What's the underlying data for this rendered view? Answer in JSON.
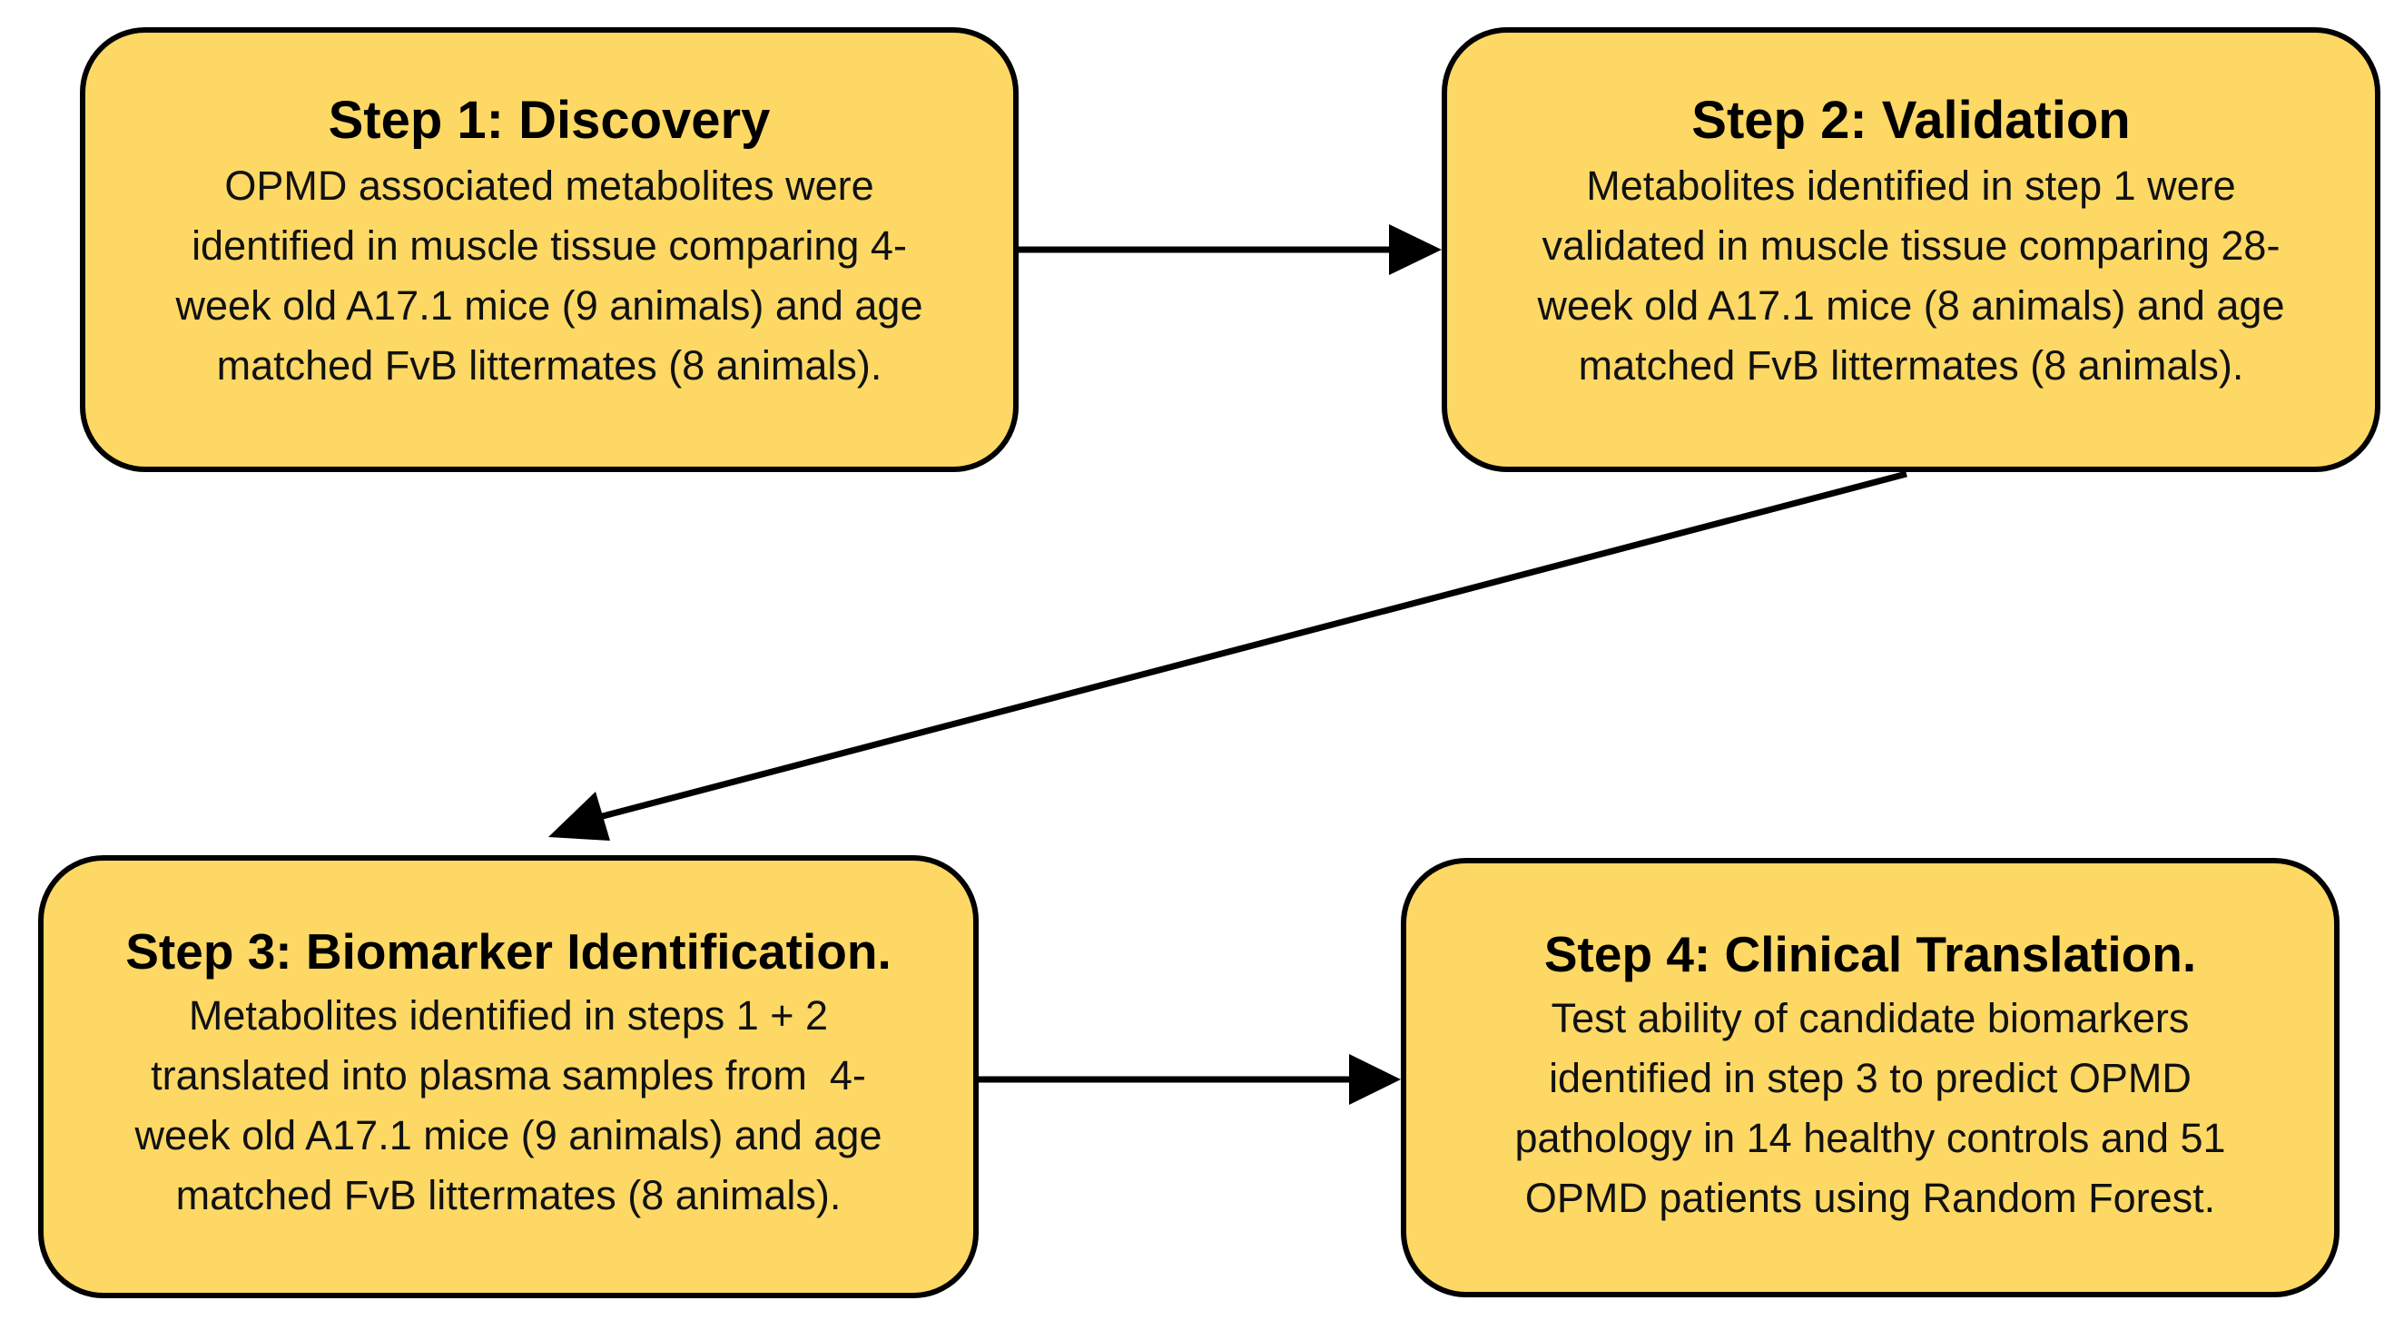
{
  "steps": [
    {
      "title": "Step 1: Discovery",
      "lines": [
        "OPMD associated metabolites were",
        "identified in muscle tissue comparing 4-",
        "week old A17.1 mice (9 animals) and age",
        "matched FvB littermates (8 animals)."
      ]
    },
    {
      "title": "Step 2: Validation",
      "lines": [
        "Metabolites identified in step 1 were",
        "validated in muscle tissue comparing 28-",
        "week old A17.1 mice (8 animals) and age",
        "matched FvB littermates (8 animals)."
      ]
    },
    {
      "title": "Step 3: Biomarker Identification.",
      "lines": [
        "Metabolites identified in steps 1 + 2",
        "translated into plasma samples from  4-",
        "week old A17.1 mice (9 animals) and age",
        "matched FvB littermates (8 animals)."
      ]
    },
    {
      "title": "Step 4: Clinical Translation.",
      "lines": [
        "Test ability of candidate biomarkers",
        "identified in step 3 to predict OPMD",
        "pathology in 14 healthy controls and 51",
        "OPMD patients using Random Forest."
      ]
    }
  ],
  "colors": {
    "box_fill": "#fdd865",
    "box_border": "#000000",
    "arrow": "#000000"
  }
}
